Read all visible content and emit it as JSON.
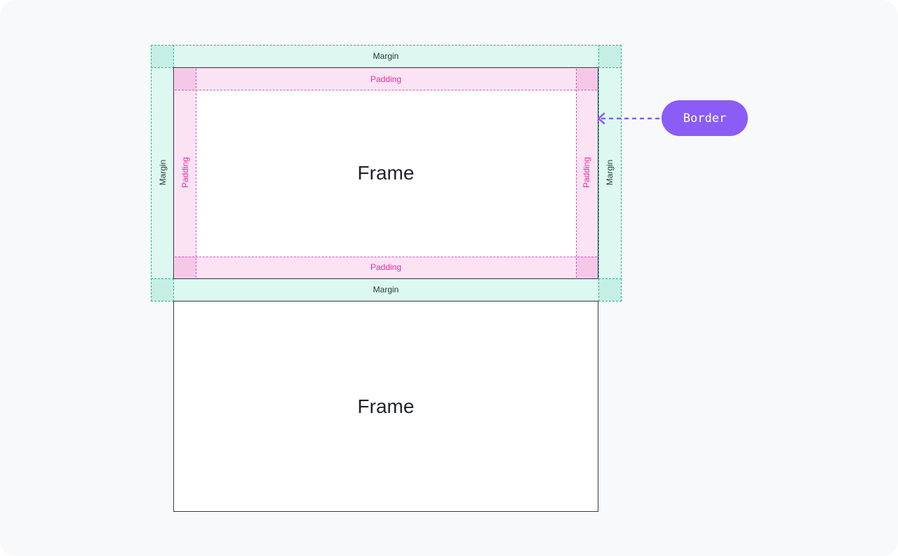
{
  "labels": {
    "margin": "Margin",
    "padding": "Padding",
    "frame": "Frame",
    "border": "Border"
  },
  "colors": {
    "margin": "#1fb58b",
    "padding": "#e64bbd",
    "border_callout": "#8b5cf6"
  }
}
